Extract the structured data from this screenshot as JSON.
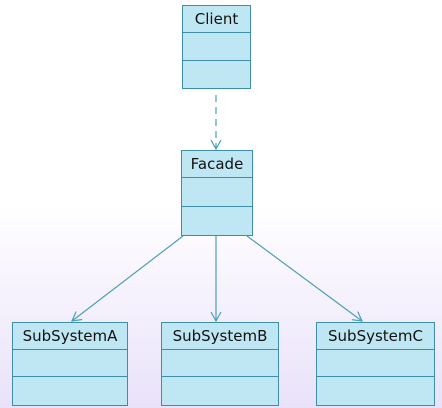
{
  "diagram": {
    "classes": {
      "client": {
        "name": "Client"
      },
      "facade": {
        "name": "Facade"
      },
      "subsystem_a": {
        "name": "SubSystemA"
      },
      "subsystem_b": {
        "name": "SubSystemB"
      },
      "subsystem_c": {
        "name": "SubSystemC"
      }
    },
    "relations": [
      {
        "from": "Client",
        "to": "Facade",
        "kind": "dependency"
      },
      {
        "from": "Facade",
        "to": "SubSystemA",
        "kind": "association"
      },
      {
        "from": "Facade",
        "to": "SubSystemB",
        "kind": "association"
      },
      {
        "from": "Facade",
        "to": "SubSystemC",
        "kind": "association"
      }
    ],
    "colors": {
      "class_fill": "#bfe7f3",
      "class_border": "#3f8ea8",
      "connector": "#4a9fb8"
    }
  }
}
